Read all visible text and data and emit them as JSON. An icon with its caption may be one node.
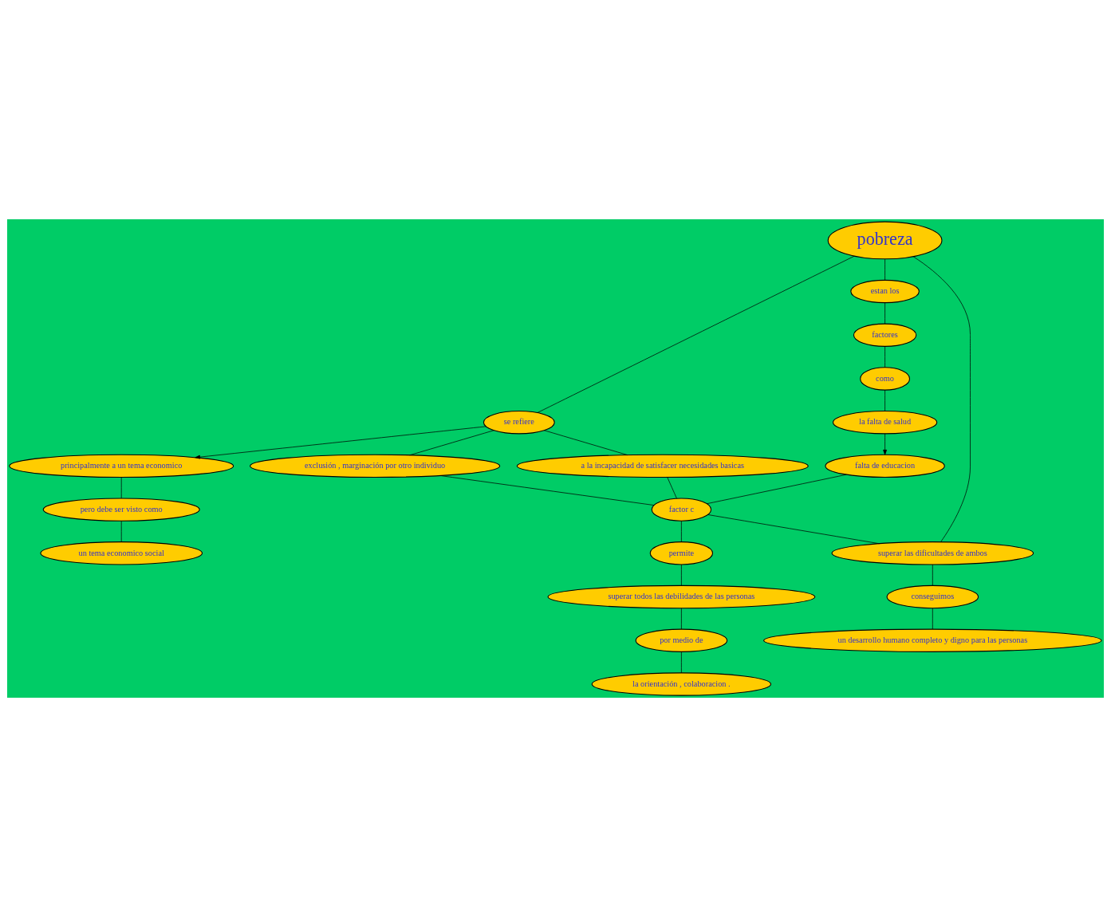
{
  "diagram": {
    "nodes": [
      {
        "text": [
          "pobreza"
        ]
      },
      {
        "text": [
          "se refiere"
        ]
      },
      {
        "text": [
          "principalmente a un tema economico"
        ]
      },
      {
        "text": [
          "pero debe ser visto como"
        ]
      },
      {
        "text": [
          "estan los"
        ]
      },
      {
        "text": [
          "exclusión , marginación por otro individuo"
        ]
      },
      {
        "text": [
          "a la incapacidad de satisfacer necesidades basicas"
        ]
      },
      {
        "text": [
          "factores"
        ]
      },
      {
        "text": [
          "un tema economico social"
        ]
      },
      {
        "text": [
          "como"
        ]
      },
      {
        "text": [
          "falta de educacion"
        ]
      },
      {
        "text": [
          "factor c"
        ]
      },
      {
        "text": [
          "la falta de salud"
        ]
      },
      {
        "text": [
          "permite"
        ]
      },
      {
        "text": [
          "superar todos las debilidades de las personas"
        ]
      },
      {
        "text": [
          "superar las dificultades de ambos"
        ]
      },
      {
        "text": [
          "por medio de"
        ]
      },
      {
        "text": [
          "conseguimos"
        ]
      },
      {
        "text": [
          "la orientación , colaboracion ."
        ]
      },
      {
        "text": [
          "un desarrollo humano completo y digno para las personas"
        ]
      }
    ],
    "edges": [
      {
        "from": 0,
        "to": 1,
        "arrow": "none"
      },
      {
        "from": 1,
        "to": 2,
        "arrow": "to"
      },
      {
        "from": 2,
        "to": 3,
        "arrow": "none"
      },
      {
        "from": 3,
        "to": 8,
        "arrow": "none"
      },
      {
        "from": 0,
        "to": 4,
        "arrow": "none"
      },
      {
        "from": 4,
        "to": 7,
        "arrow": "none"
      },
      {
        "from": 7,
        "to": 9,
        "arrow": "none"
      },
      {
        "from": 9,
        "to": 12,
        "arrow": "none"
      },
      {
        "from": 12,
        "to": 10,
        "arrow": "to"
      },
      {
        "from": 0,
        "to": 15,
        "arrow": "none"
      },
      {
        "from": 1,
        "to": 5,
        "arrow": "none"
      },
      {
        "from": 1,
        "to": 6,
        "arrow": "none"
      },
      {
        "from": 5,
        "to": 11,
        "arrow": "none"
      },
      {
        "from": 6,
        "to": 11,
        "arrow": "none"
      },
      {
        "from": 10,
        "to": 11,
        "arrow": "none"
      },
      {
        "from": 11,
        "to": 15,
        "arrow": "none"
      },
      {
        "from": 11,
        "to": 13,
        "arrow": "none"
      },
      {
        "from": 13,
        "to": 14,
        "arrow": "none"
      },
      {
        "from": 14,
        "to": 16,
        "arrow": "none"
      },
      {
        "from": 16,
        "to": 18,
        "arrow": "none"
      },
      {
        "from": 15,
        "to": 17,
        "arrow": "none"
      },
      {
        "from": 17,
        "to": 19,
        "arrow": "none"
      }
    ]
  }
}
